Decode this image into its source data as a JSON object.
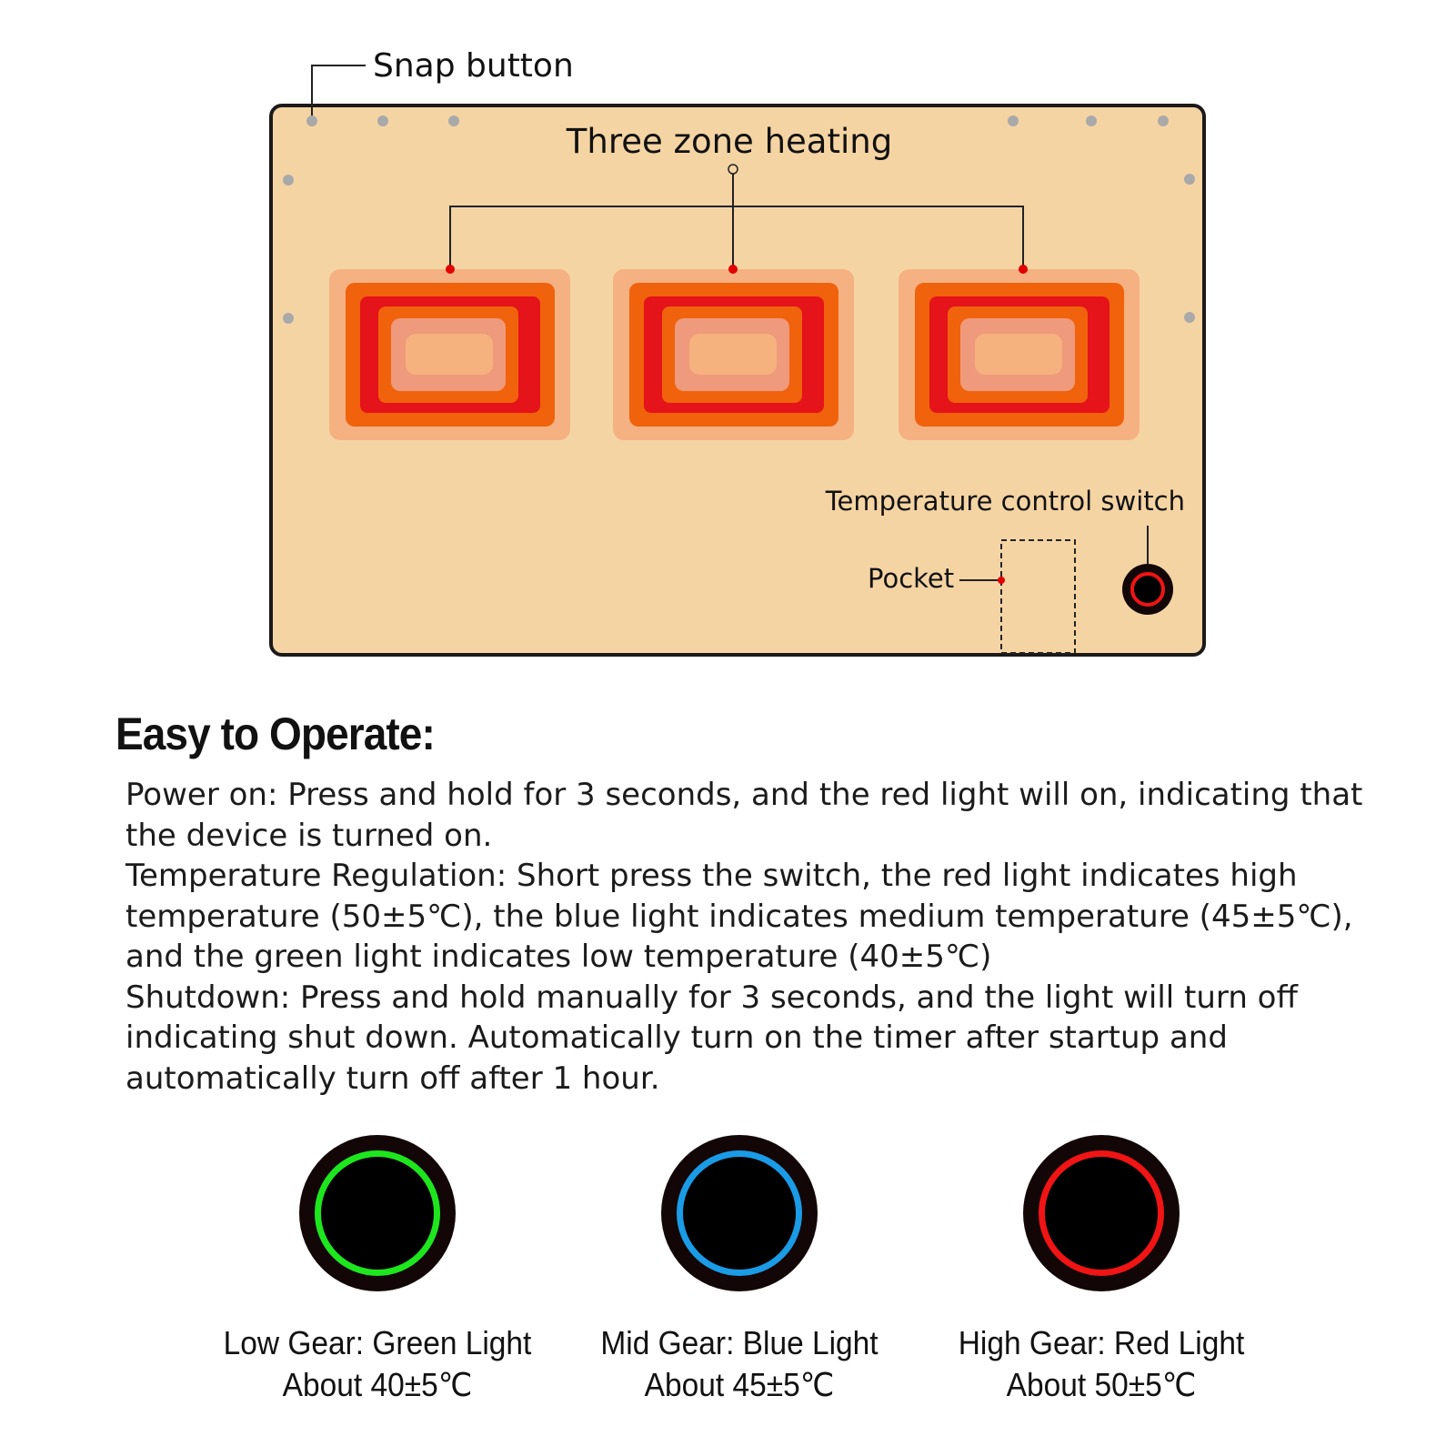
{
  "diagram": {
    "snap_button_label": "Snap button",
    "heating_label": "Three zone heating",
    "switch_label": "Temperature control switch",
    "pocket_label": "Pocket",
    "zones": 3,
    "colors": {
      "panel": "#f5d4a3",
      "outline": "#1a1a1a",
      "halo": "#f5b182",
      "orange": "#f0620c",
      "red": "#e5131a",
      "salmon": "#ef9a7c",
      "core": "#f6b27e",
      "dot": "#e00000",
      "snap": "#a9a9a9"
    }
  },
  "section": {
    "title": "Easy to Operate:",
    "paragraphs": [
      "Power on: Press and hold for 3 seconds, and the red light will on, indicating that the device is turned on.",
      "Temperature Regulation: Short press the switch, the red light indicates high temperature (50±5℃), the blue light indicates medium temperature (45±5℃), and the green light indicates low temperature (40±5℃)",
      "Shutdown: Press and hold manually for 3 seconds, and the light will turn off indicating shut down. Automatically turn on the timer after startup and automatically turn off after 1 hour."
    ]
  },
  "gears": [
    {
      "name": "Low Gear: Green Light",
      "temp": "About 40±5℃",
      "color": "#1ee61e"
    },
    {
      "name": "Mid Gear: Blue Light",
      "temp": "About 45±5℃",
      "color": "#1a9be6"
    },
    {
      "name": "High Gear: Red Light",
      "temp": "About 50±5℃",
      "color": "#f01414"
    }
  ]
}
